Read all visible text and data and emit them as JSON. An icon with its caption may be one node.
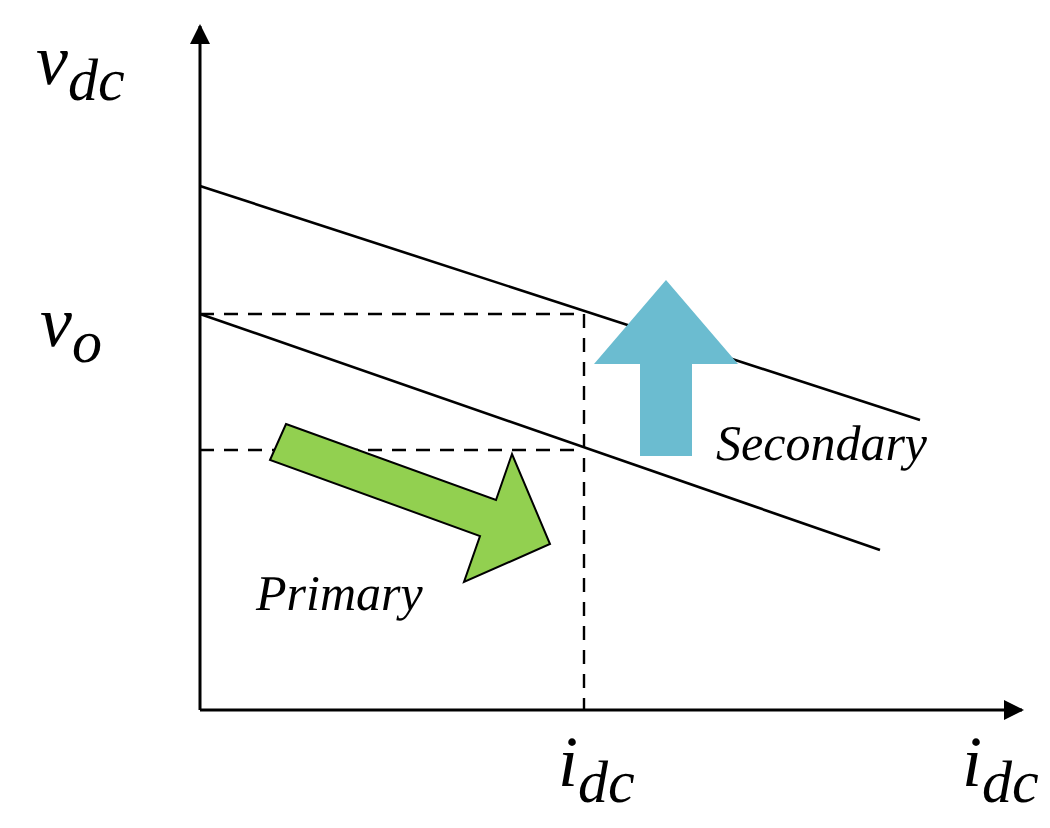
{
  "diagram": {
    "labels": [
      "v$_{dc}$",
      "v$_{o}$",
      "i$_{dc}$",
      "i$_{dc}$",
      "Primary",
      "Secondary"
    ]
  }
}
